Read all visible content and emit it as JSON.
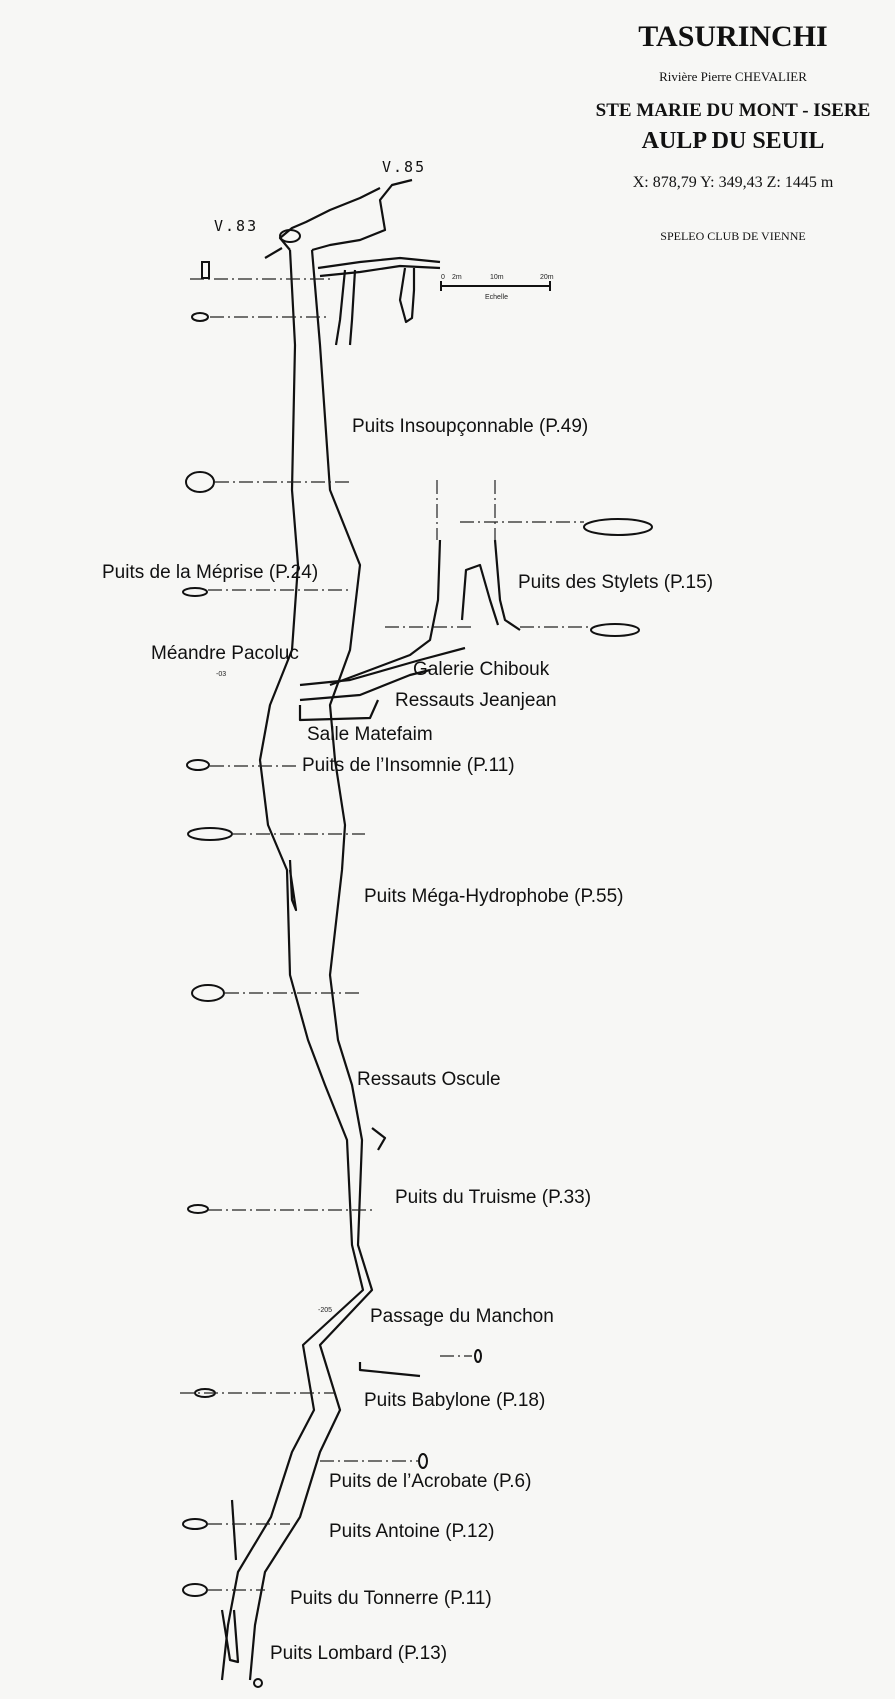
{
  "header": {
    "title": "TASURINCHI",
    "subtitle": "Rivière Pierre CHEVALIER",
    "location": "STE MARIE DU MONT - ISERE",
    "massif": "AULP DU SEUIL",
    "coordinates": "X: 878,79  Y: 349,43  Z: 1445 m",
    "club": "SPELEO CLUB DE VIENNE"
  },
  "entrances": [
    "V.85",
    "V.83"
  ],
  "depth_marks": [
    "-03",
    "-205"
  ],
  "scale": {
    "ticks": [
      "0",
      "2m",
      "10m",
      "20m"
    ],
    "caption": "Echelle"
  },
  "labels": [
    "Puits Insoupçonnable (P.49)",
    "Puits de la Méprise (P.24)",
    "Puits des Stylets (P.15)",
    "Méandre Pacoluc",
    "Galerie Chibouk",
    "Ressauts Jeanjean",
    "Salle Matefaim",
    "Puits de l’Insomnie (P.11)",
    "Puits Méga-Hydrophobe (P.55)",
    "Ressauts Oscule",
    "Puits du Truisme (P.33)",
    "Passage du Manchon",
    "Puits Babylone (P.18)",
    "Puits de l’Acrobate (P.6)",
    "Puits Antoine (P.12)",
    "Puits du Tonnerre (P.11)",
    "Puits Lombard (P.13)"
  ]
}
